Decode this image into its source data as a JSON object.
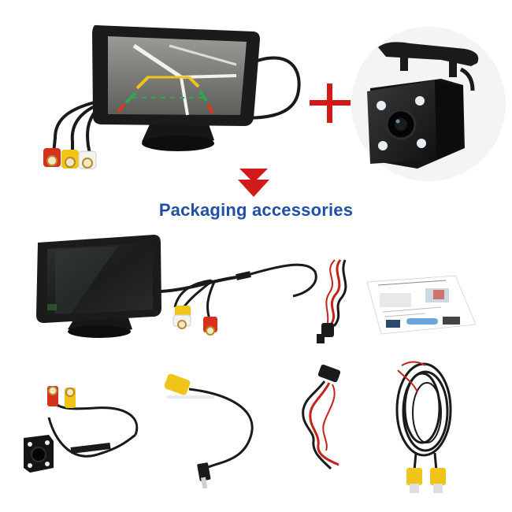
{
  "heading": "Packaging accessories",
  "colors": {
    "heading": "#1f4fa8",
    "plus": "#d21a1a",
    "arrow": "#d21a1a",
    "monitor_body": "#1b1b1b",
    "rca_yellow": "#f0c419",
    "rca_red": "#d7311e",
    "rca_white": "#f2f2ee",
    "cable_black": "#1a1a1a",
    "cable_red": "#c4231c"
  },
  "items": [
    "monitor-with-reverse-camera-view",
    "plus-sign",
    "backup-camera",
    "down-arrow",
    "monitor-with-rca-cables",
    "power-cable",
    "user-manual",
    "camera-with-rca-cable",
    "rca-to-3-5mm-adapter-cable",
    "dc-power-cable",
    "rca-extension-cable"
  ]
}
